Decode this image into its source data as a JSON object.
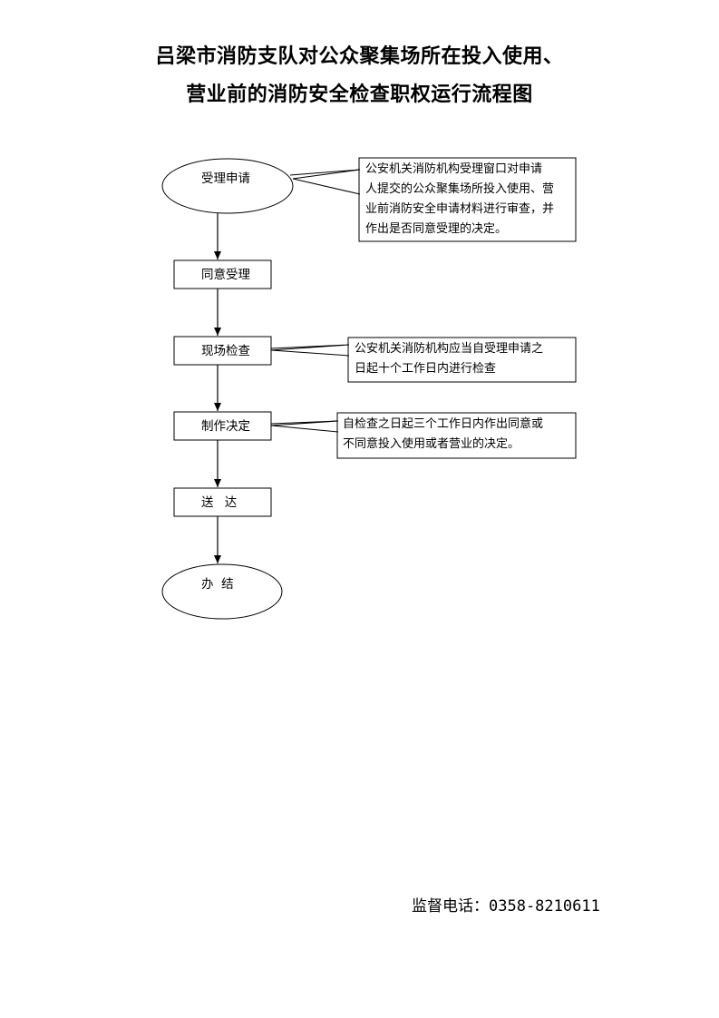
{
  "title": {
    "line1": "吕梁市消防支队对公众聚集场所在投入使用、",
    "line2": "营业前的消防安全检查职权运行流程图"
  },
  "nodes": {
    "accept_apply": "受理申请",
    "agree_accept": "同意受理",
    "site_check": "现场检查",
    "make_decision": "制作决定",
    "deliver": "送 达",
    "finish": "办  结"
  },
  "notes": {
    "accept_apply": "公安机关消防机构受理窗口对申请\n人提交的公众聚集场所投入使用、营\n业前消防安全申请材料进行审查，并\n作出是否同意受理的决定。",
    "site_check": "公安机关消防机构应当自受理申请之\n日起十个工作日内进行检查",
    "make_decision": "自检查之日起三个工作日内作出同意或\n不同意投入使用或者营业的决定。"
  },
  "footer": {
    "supervise_label": "监督电话：",
    "supervise_phone": "0358-8210611"
  }
}
